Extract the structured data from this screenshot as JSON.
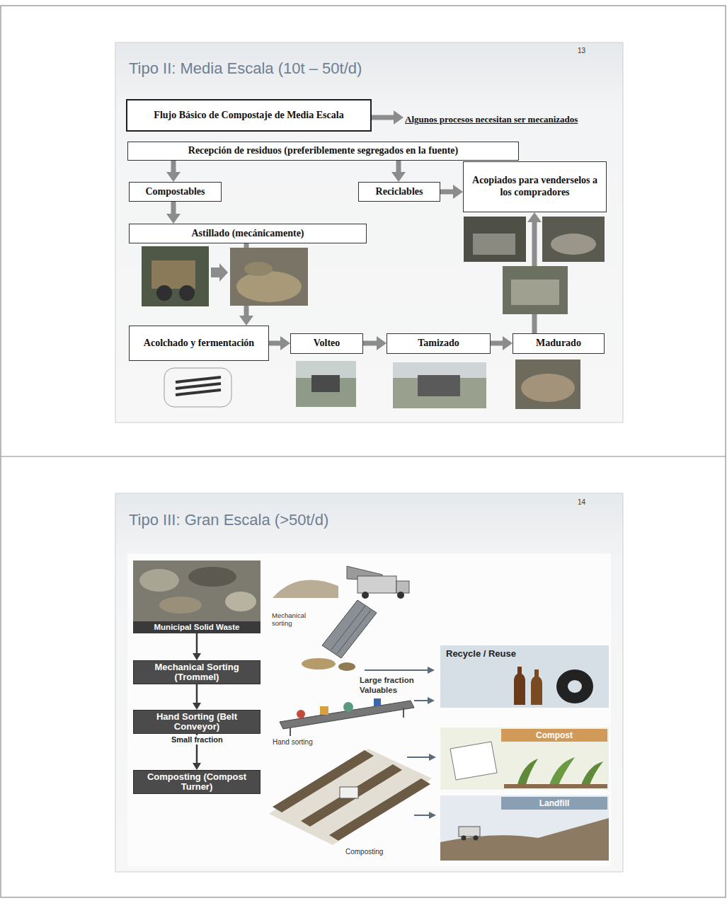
{
  "diagram": {
    "nodes": [
      {
        "text": [
          "Flujo Básico de Compostaje de Media Escala"
        ]
      },
      {
        "text": [
          "Algunos procesos necesitan ser mecanizados"
        ]
      },
      {
        "text": [
          "Recepción de residuos (preferiblemente segregados en la fuente)"
        ]
      },
      {
        "text": [
          "Compostables"
        ]
      },
      {
        "text": [
          "Reciclables"
        ]
      },
      {
        "text": [
          "Acopiados para venderselos a los compradores"
        ]
      },
      {
        "text": [
          "Astillado (mecánicamente)"
        ]
      },
      {
        "text": [
          "Acolchado y fermentación"
        ]
      },
      {
        "text": [
          "Volteo"
        ]
      },
      {
        "text": [
          "Tamizado"
        ]
      },
      {
        "text": [
          "Madurado"
        ]
      },
      {
        "text": [
          "Municipal Solid Waste"
        ]
      },
      {
        "text": [
          "Mechanical Sorting (Trommel)"
        ]
      },
      {
        "text": [
          "Hand Sorting (Belt Conveyor)"
        ]
      },
      {
        "text": [
          "Composting (Compost Turner)"
        ]
      },
      {
        "text": [
          "Recycle / Reuse"
        ]
      },
      {
        "text": [
          "Compost"
        ]
      },
      {
        "text": [
          "Landfill"
        ]
      }
    ],
    "edges": [
      {
        "from": 0,
        "to": 1,
        "arrow": "to"
      },
      {
        "from": 2,
        "to": 3,
        "arrow": "to"
      },
      {
        "from": 2,
        "to": 4,
        "arrow": "to"
      },
      {
        "from": 4,
        "to": 5,
        "arrow": "to"
      },
      {
        "from": 3,
        "to": 6,
        "arrow": "to"
      },
      {
        "from": 6,
        "to": 7,
        "arrow": "to"
      },
      {
        "from": 7,
        "to": 8,
        "arrow": "to"
      },
      {
        "from": 8,
        "to": 9,
        "arrow": "to"
      },
      {
        "from": 9,
        "to": 10,
        "arrow": "to"
      },
      {
        "from": 10,
        "to": 5,
        "arrow": "to"
      },
      {
        "from": 11,
        "to": 12,
        "arrow": "to"
      },
      {
        "from": 12,
        "to": 13,
        "arrow": "to"
      },
      {
        "from": 13,
        "to": 14,
        "arrow": "to"
      }
    ],
    "labels": [
      "Tipo II: Media Escala (10t – 50t/d)",
      "13",
      "Tipo III: Gran Escala (>50t/d)",
      "14",
      "Small fraction",
      "Mechanical sorting",
      "Large fraction Valuables",
      "Hand sorting",
      "Composting"
    ]
  }
}
